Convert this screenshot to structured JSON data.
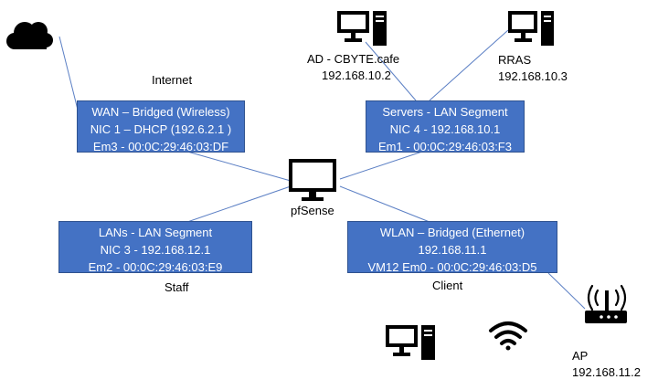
{
  "labels": {
    "internet": "Internet",
    "pfsense": "pfSense",
    "staff": "Staff",
    "client": "Client"
  },
  "servers": {
    "ad": {
      "name": "AD - CBYTE.cafe",
      "ip": "192.168.10.2"
    },
    "rras": {
      "name": "RRAS",
      "ip": "192.168.10.3"
    }
  },
  "access_point": {
    "name": "AP",
    "ip": "192.168.11.2"
  },
  "segments": {
    "wan": [
      "WAN – Bridged (Wireless)",
      "NIC 1 – DHCP (192.6.2.1 )",
      "Em3 - 00:0C:29:46:03:DF"
    ],
    "servers": [
      "Servers - LAN Segment",
      "NIC 4 - 192.168.10.1",
      "Em1 - 00:0C:29:46:03:F3"
    ],
    "lans": [
      "LANs - LAN Segment",
      "NIC 3 - 192.168.12.1",
      "Em2 - 00:0C:29:46:03:E9"
    ],
    "wlan": [
      "WLAN – Bridged (Ethernet)",
      "192.168.11.1",
      "VM12 Em0 - 00:0C:29:46:03:D5"
    ]
  },
  "icons": [
    "cloud-icon",
    "desktop-computer-icon",
    "monitor-icon",
    "wireless-router-icon",
    "wifi-icon"
  ],
  "colors": {
    "segment_box": "#4472c4",
    "segment_border": "#2f528f",
    "line": "#5b7fc4"
  }
}
